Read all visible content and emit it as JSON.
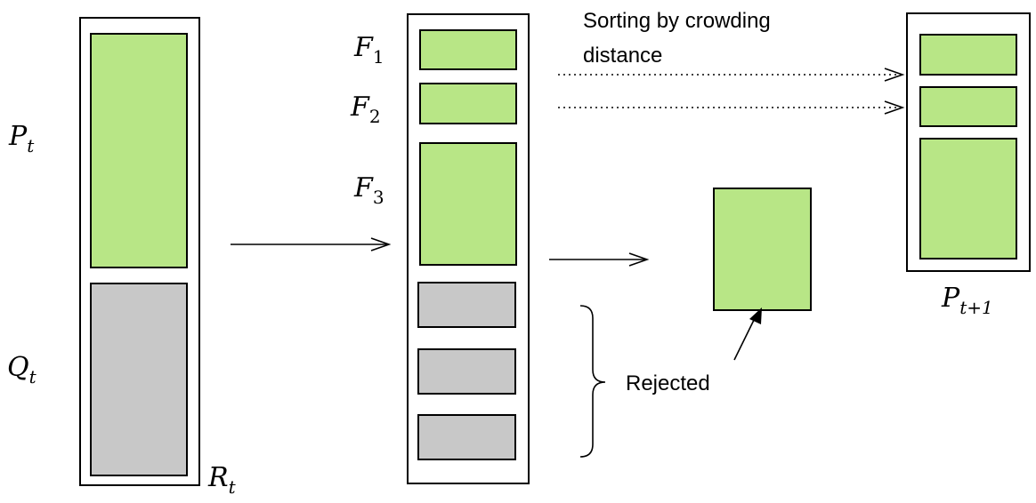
{
  "colors": {
    "front_fill": "#b8e686",
    "rejected_fill": "#c8c8c8",
    "line": "#000000"
  },
  "labels": {
    "parents": {
      "base": "P",
      "sub": "t"
    },
    "offspring": {
      "base": "Q",
      "sub": "t"
    },
    "combined": {
      "base": "R",
      "sub": "t"
    },
    "front1": {
      "base": "F",
      "sub": "1"
    },
    "front2": {
      "base": "F",
      "sub": "2"
    },
    "front3": {
      "base": "F",
      "sub": "3"
    },
    "next_population": {
      "base": "P",
      "sub": "t+1"
    }
  },
  "annotations": {
    "sorting_line1": "Sorting by crowding",
    "sorting_line2": "distance",
    "rejected": "Rejected"
  }
}
